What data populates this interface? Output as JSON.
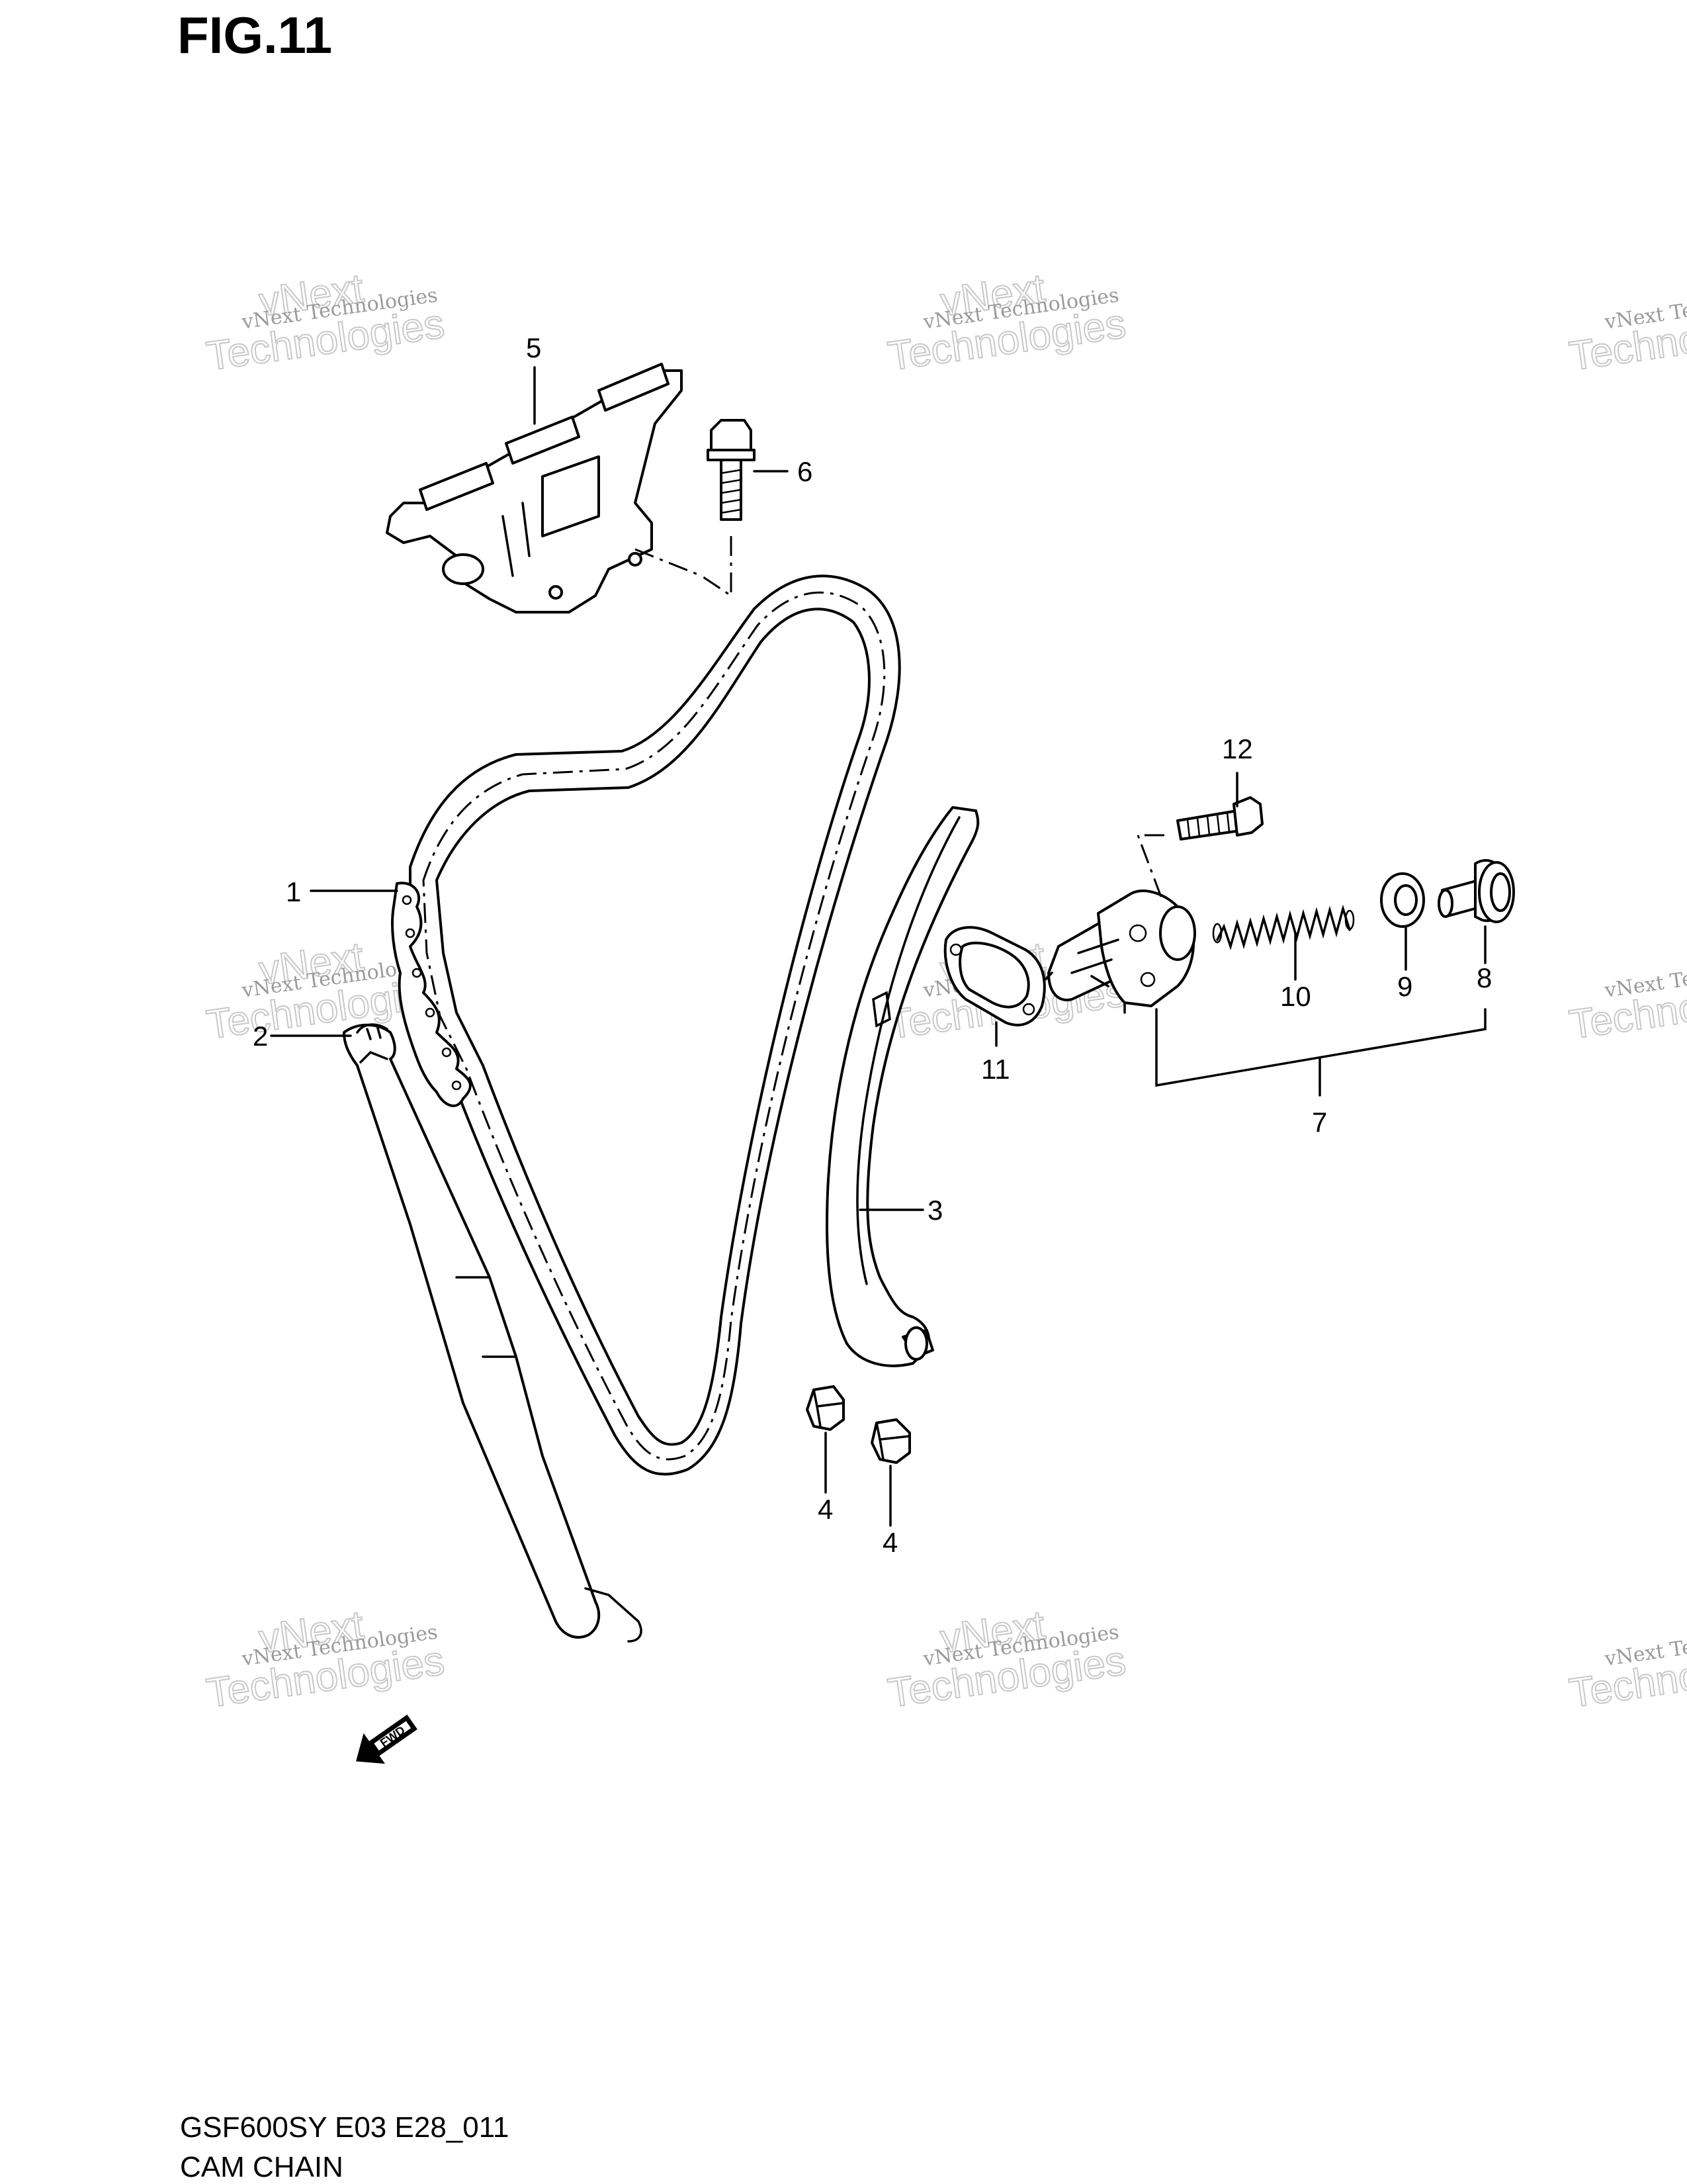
{
  "figure": {
    "title": "FIG.11",
    "code": "GSF600SY E03 E28_011",
    "name": "CAM CHAIN"
  },
  "callouts": [
    {
      "id": "c1",
      "label": "1"
    },
    {
      "id": "c2",
      "label": "2"
    },
    {
      "id": "c3",
      "label": "3"
    },
    {
      "id": "c4a",
      "label": "4"
    },
    {
      "id": "c4b",
      "label": "4"
    },
    {
      "id": "c5",
      "label": "5"
    },
    {
      "id": "c6",
      "label": "6"
    },
    {
      "id": "c7",
      "label": "7"
    },
    {
      "id": "c8",
      "label": "8"
    },
    {
      "id": "c9",
      "label": "9"
    },
    {
      "id": "c10",
      "label": "10"
    },
    {
      "id": "c11",
      "label": "11"
    },
    {
      "id": "c12",
      "label": "12"
    }
  ],
  "watermark": {
    "line1": "vNext Technologies",
    "line2": "vNext",
    "line3": "Technologies"
  },
  "fwd_arrow": {
    "label": "FWD"
  }
}
